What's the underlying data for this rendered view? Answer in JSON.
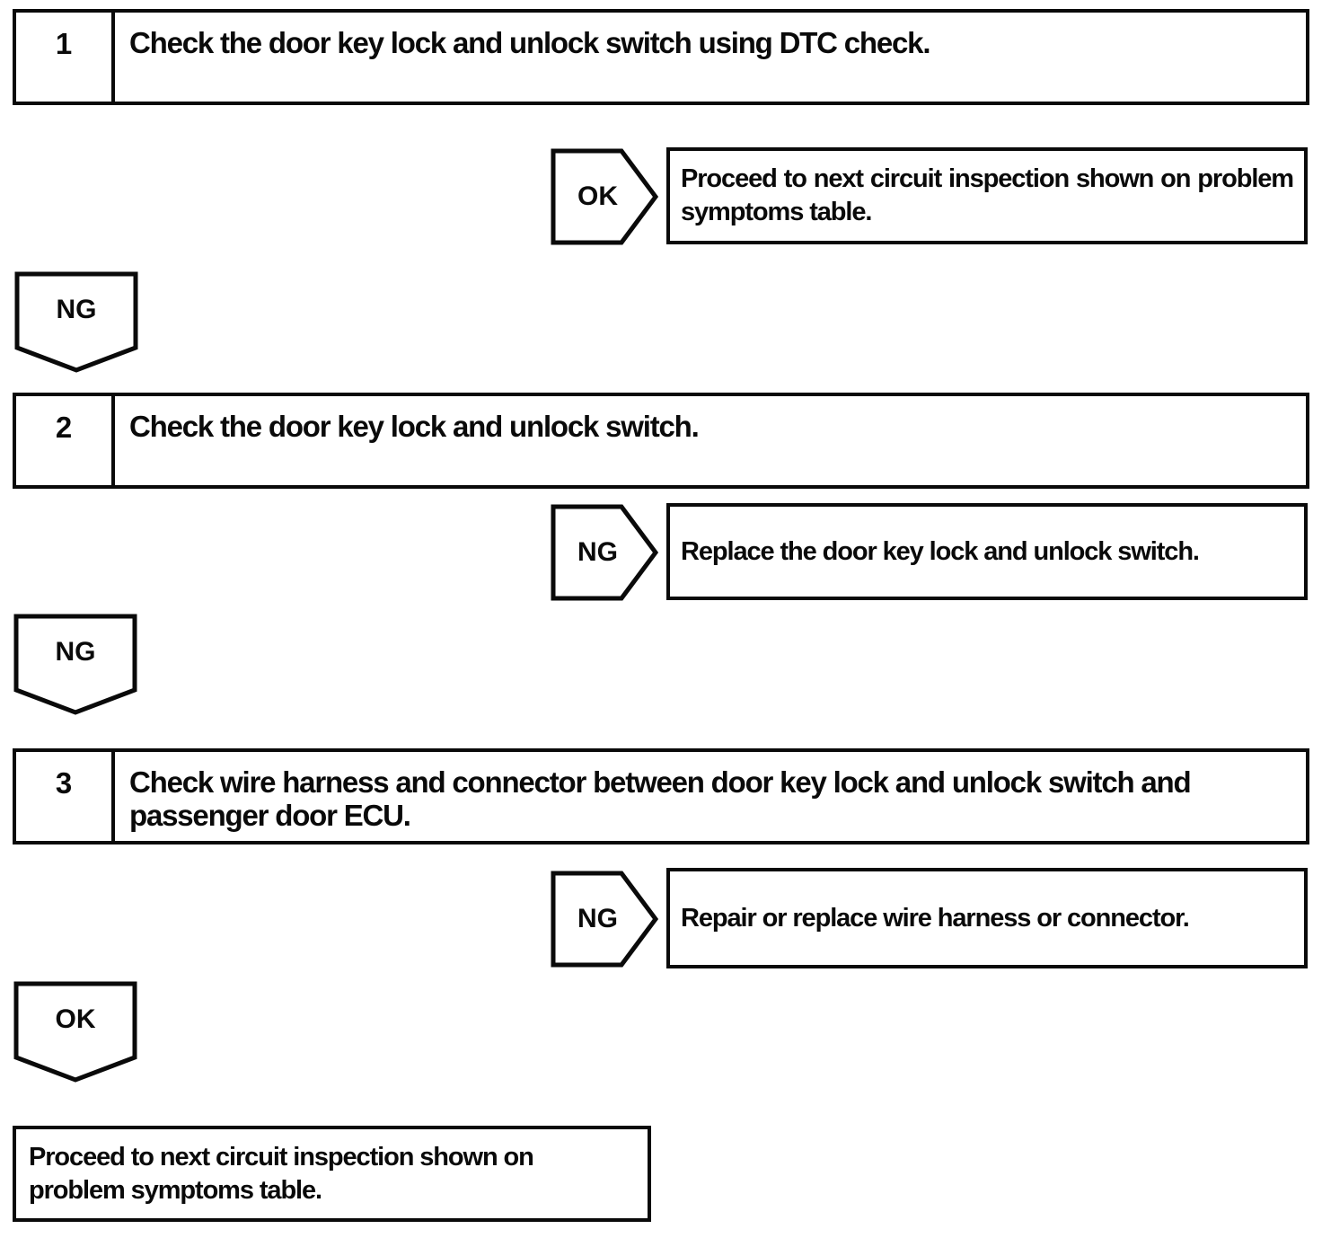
{
  "colors": {
    "ink": "#0a0a0a",
    "paper": "#ffffff"
  },
  "steps": [
    {
      "number": "1",
      "title": "Check the door key lock and unlock switch using DTC check."
    },
    {
      "number": "2",
      "title": "Check the door key lock and unlock switch."
    },
    {
      "number": "3",
      "title": "Check wire harness and connector between door key lock and unlock switch and passenger door ECU."
    }
  ],
  "branches": [
    {
      "label": "OK",
      "result": "Proceed to next circuit inspection shown on problem symptoms table."
    },
    {
      "label": "NG",
      "result": "Replace the door key lock and unlock switch."
    },
    {
      "label": "NG",
      "result": "Repair or replace wire harness or connector."
    }
  ],
  "connectors": [
    {
      "label": "NG"
    },
    {
      "label": "NG"
    },
    {
      "label": "OK"
    }
  ],
  "terminal": {
    "text": "Proceed to next circuit inspection shown on problem symptoms table."
  }
}
